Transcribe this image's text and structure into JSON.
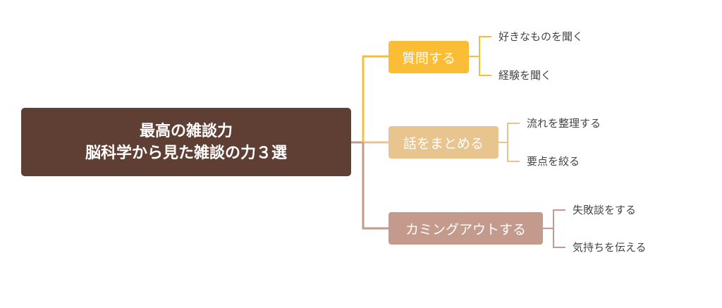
{
  "root": {
    "line1": "最高の雑談力",
    "line2": "脳科学から見た雑談の力３選",
    "color": "#5f3f33"
  },
  "branches": [
    {
      "label": "質問する",
      "color": "#fbbd35",
      "leaves": [
        "好きなものを聞く",
        "経験を聞く"
      ]
    },
    {
      "label": "話をまとめる",
      "color": "#e8c48f",
      "leaves": [
        "流れを整理する",
        "要点を絞る"
      ]
    },
    {
      "label": "カミングアウトする",
      "color": "#c49a8d",
      "leaves": [
        "失敗談をする",
        "気持ちを伝える"
      ]
    }
  ]
}
